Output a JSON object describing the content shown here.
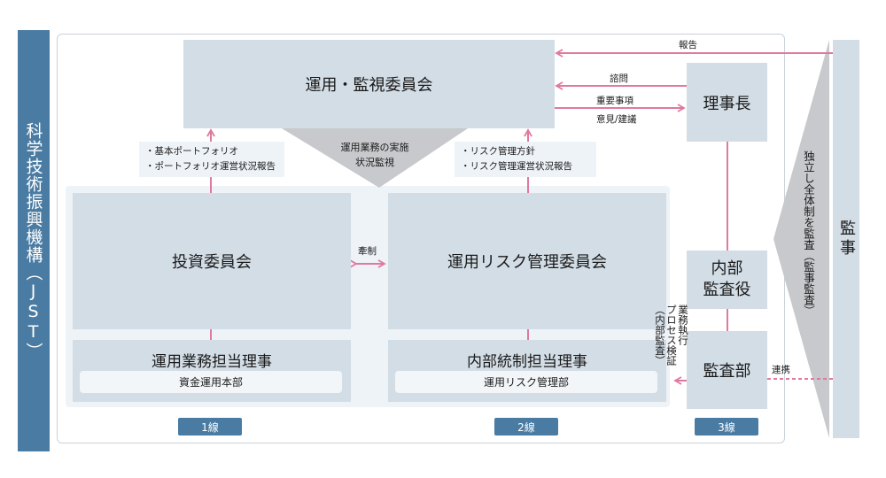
{
  "organization_vertical": "科学技術振興機構（JST）",
  "boxes": {
    "unyo_kanshi": "運用・監視委員会",
    "rijicho": "理事長",
    "toshi": "投資委員会",
    "risk_kanri": "運用リスク管理委員会",
    "naibu_kansa_yaku_line1": "内部",
    "naibu_kansa_yaku_line2": "監査役",
    "kansabu": "監査部",
    "gyomu_tanto": "運用業務担当理事",
    "shikin_honbu": "資金運用本部",
    "naibu_tosei": "内部統制担当理事",
    "risk_kanri_bu": "運用リスク管理部",
    "kanji": "監事"
  },
  "notes": {
    "left_line1": "・基本ポートフォリオ",
    "left_line2": "・ポートフォリオ運営状況報告",
    "right_line1": "・リスク管理方針",
    "right_line2": "・リスク管理運営状況報告",
    "center_line1": "運用業務の実施",
    "center_line2": "状況監視"
  },
  "arrows": {
    "hokoku": "報告",
    "shimon": "諮問",
    "juyo_jiko": "重要事項",
    "iken_kengi": "意見/建議",
    "kensei": "牽制",
    "renkei": "連携",
    "process_line1": "業務執行",
    "process_line2": "プロセス検証",
    "process_line3": "（内部監査）",
    "dokuritsu": "独立し全体制を監査（監事監査）"
  },
  "lines": {
    "line1": "1線",
    "line2": "2線",
    "line3": "3線"
  },
  "colors": {
    "accent_blue": "#4a7ca3",
    "box_fill": "#d3dde6",
    "arrow_pink": "#e0799f"
  }
}
